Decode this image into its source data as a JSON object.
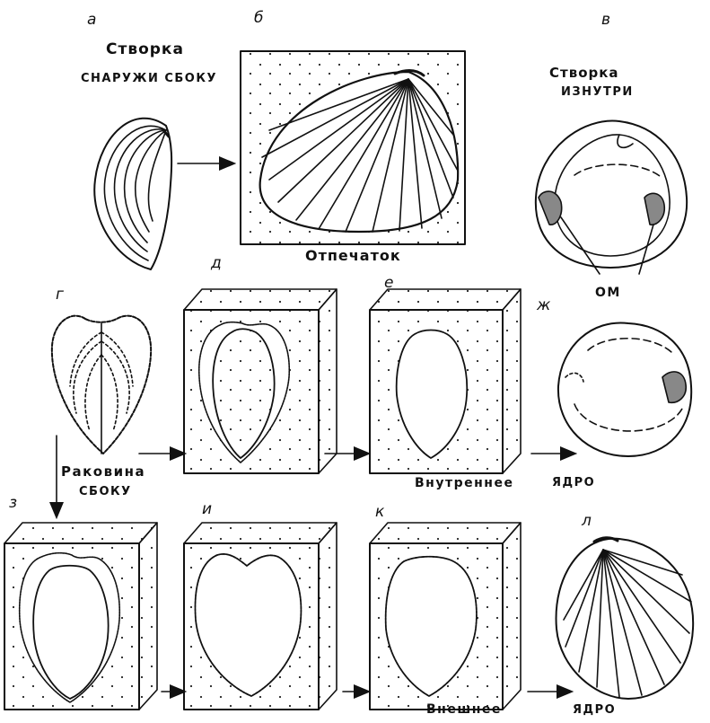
{
  "panels": {
    "a": "а",
    "b": "б",
    "v": "в",
    "g": "г",
    "d": "д",
    "e": "е",
    "zh": "ж",
    "z": "з",
    "i": "и",
    "k": "к",
    "l": "л"
  },
  "labels": {
    "valve_title": "Створка",
    "valve_side": "снаружи сбоку",
    "valve_inside_1": "Створка",
    "valve_inside_2": "изнутри",
    "imprint": "Отпечаток",
    "om": "ом",
    "shell_1": "Раковина",
    "shell_2": "сбоку",
    "internal": "Внутреннее",
    "core_1": "ядро",
    "external": "Внешнее",
    "core_2": "ядро"
  },
  "colors": {
    "ink": "#111111",
    "paper": "#ffffff"
  }
}
